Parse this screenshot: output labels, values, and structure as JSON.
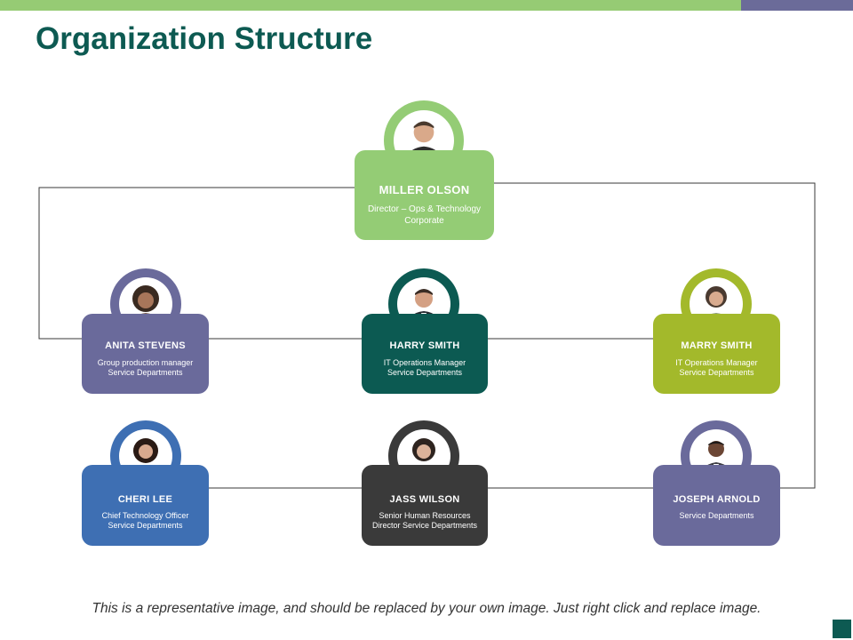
{
  "title": "Organization Structure",
  "colors": {
    "topbar_green": "#96cb74",
    "topbar_purple": "#6b6b99",
    "corner_square": "#0d5a52",
    "title": "#0d5a52"
  },
  "org": {
    "top": {
      "name": "MILLER OLSON",
      "role": "Director – Ops & Technology Corporate",
      "color": "#94cc75"
    },
    "row1": [
      {
        "name": "ANITA STEVENS",
        "role": "Group production manager Service Departments",
        "color": "#6a6a9b"
      },
      {
        "name": "HARRY SMITH",
        "role": "IT Operations Manager Service Departments",
        "color": "#0c5a52"
      },
      {
        "name": "MARRY SMITH",
        "role": "IT Operations Manager Service Departments",
        "color": "#a3b92b"
      }
    ],
    "row2": [
      {
        "name": "CHERI LEE",
        "role": "Chief Technology Officer Service Departments",
        "color": "#3e6fb3"
      },
      {
        "name": "JASS WILSON",
        "role": "Senior Human Resources Director Service Departments",
        "color": "#3a3a3a"
      },
      {
        "name": "JOSEPH ARNOLD",
        "role": "Service Departments",
        "color": "#6a6a9b"
      }
    ]
  },
  "footer": "This is a representative image, and should be replaced by your own image. Just right click and replace image."
}
